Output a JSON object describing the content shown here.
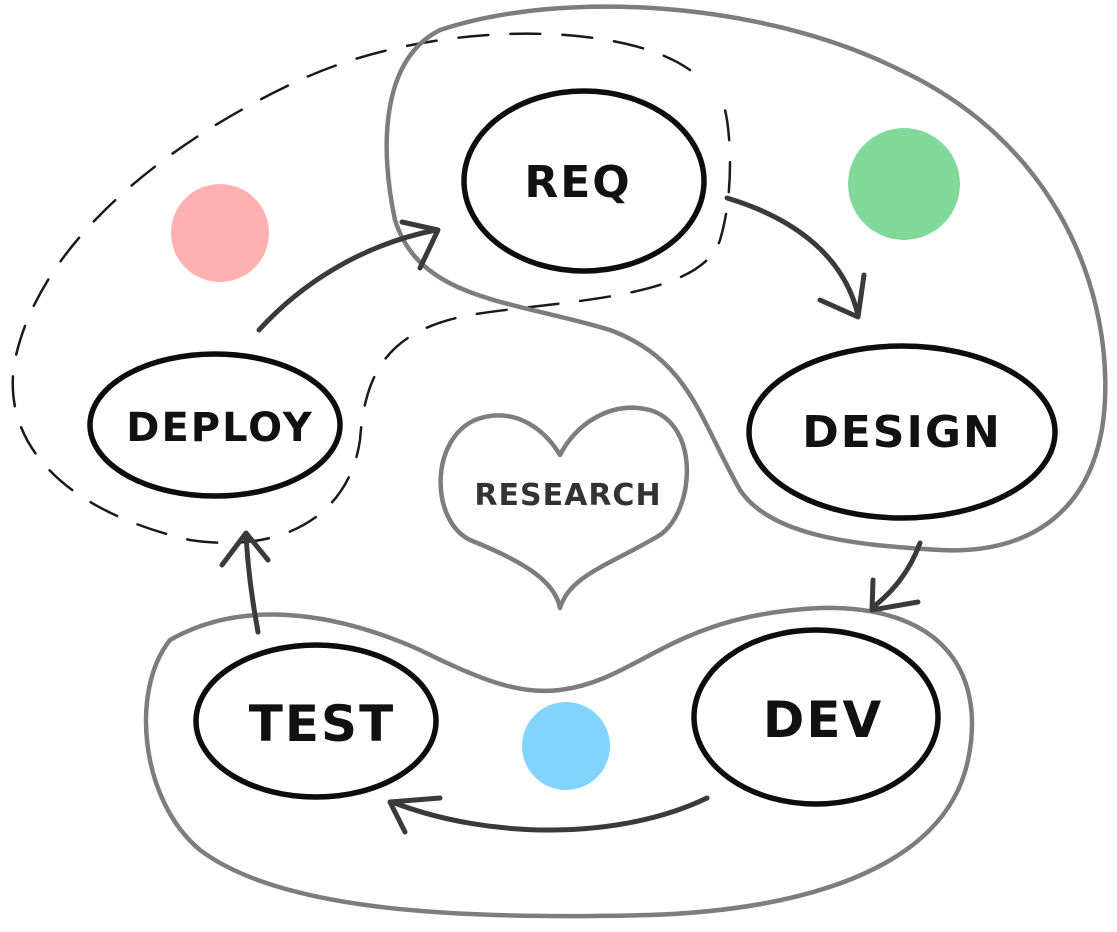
{
  "stages": {
    "req": "REQ",
    "design": "DESIGN",
    "dev": "DEV",
    "test": "TEST",
    "deploy": "DEPLOY"
  },
  "center": "RESEARCH",
  "colors": {
    "red_dot": "#ffb0b0",
    "green_dot": "#80d99a",
    "blue_dot": "#80d4ff",
    "outline": "#7d7d7d",
    "ink": "#0d0d0d"
  }
}
